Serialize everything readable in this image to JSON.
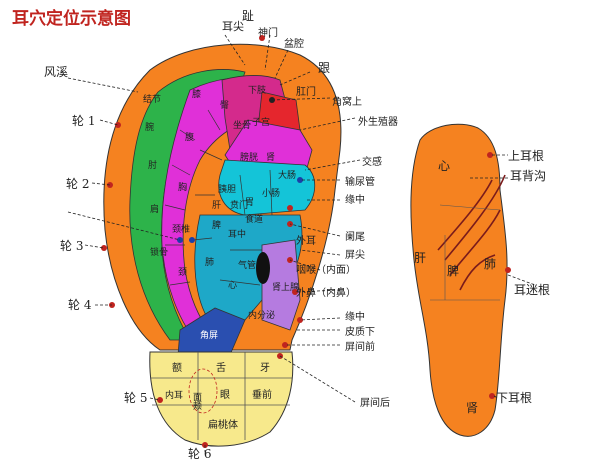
{
  "title": "耳穴定位示意图",
  "outer_labels": {
    "er_jian": "耳尖",
    "zhi": "趾",
    "shen_men": "神门",
    "pen_qiang": "盆腔",
    "gen": "跟",
    "gang_men": "肛门",
    "feng_xi": "风溪",
    "jiao_wo_shang": "角窝上",
    "wai_sheng_zhi_qi": "外生殖器",
    "lun1": "轮 1",
    "lun2": "轮 2",
    "lun3": "轮 3",
    "lun4": "轮 4",
    "lun5": "轮 5",
    "lun6": "轮 6",
    "jiao_gan": "交感",
    "shu_niao_guan": "输尿管",
    "yuan_zhong": "缘中",
    "lan_wei": "阑尾",
    "wai_er": "外耳",
    "ping_jian": "屏尖",
    "yan_hou": "咽喉（内面）",
    "wai_bi": "外鼻（内鼻）",
    "yuan_zhong2": "缘中",
    "pi_zhi_xia": "皮质下",
    "ping_jian_qian": "屏间前",
    "ping_jian_hou": "屏间后"
  },
  "inner_labels": {
    "jie_jie": "结节",
    "wan": "腕",
    "zhou": "肘",
    "jian": "肩",
    "suo_gu": "锁骨",
    "xi": "膝",
    "tun": "臀",
    "zuo_gu": "坐骨",
    "fu": "腹",
    "xiong": "胸",
    "jing": "颈",
    "jing_zhui": "颈椎",
    "xia_zhi": "下肢",
    "zi_gong": "子宫",
    "fang_guang": "膀胱",
    "shen": "肾",
    "yi_dan": "胰胆",
    "gan": "肝",
    "wei": "胃",
    "pi": "脾",
    "er_zhong": "耳中",
    "fei": "肺",
    "xin": "心",
    "qi_guan": "气管",
    "shen_shang_xian": "肾上腺",
    "da_chang": "大肠",
    "xiao_chang": "小肠",
    "shi_dao": "食道",
    "ben_men": "贲门",
    "jiao_ping": "角屏",
    "nei_fen_mi": "内分泌",
    "e": "额",
    "she": "舌",
    "ya": "牙",
    "nei_er": "内耳",
    "mian_jia": "面颊",
    "yan": "眼",
    "chui_qian": "垂前",
    "bian_tao_ti": "扁桃体"
  },
  "back_labels": {
    "xin": "心",
    "gan": "肝",
    "pi": "脾",
    "fei": "肺",
    "shen": "肾",
    "shang_er_gen": "上耳根",
    "er_bei_gou": "耳背沟",
    "er_mi_gen": "耳迷根",
    "xia_er_gen": "下耳根"
  },
  "colors": {
    "title": "#c0241f",
    "helix": "#f58220",
    "scapha": "#2db34a",
    "antihelix": "#e030d8",
    "fossa": "#d42a8c",
    "triangular": "#e5262d",
    "concha": "#14c4d8",
    "concha_dark": "#1ea8c8",
    "tragus": "#b57be0",
    "lobe": "#f7e98c",
    "intertragic": "#2a4fb0",
    "back": "#f58220",
    "dot": "#c0241f"
  }
}
